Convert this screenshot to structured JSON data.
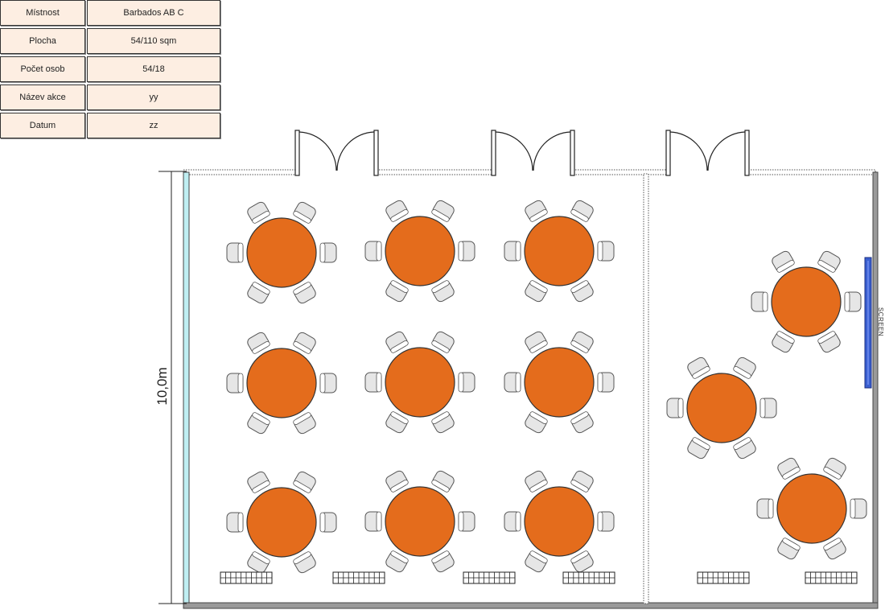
{
  "info": {
    "rows": [
      {
        "key": "Místnost",
        "value": "Barbados AB C"
      },
      {
        "key": "Plocha",
        "value": "54/110 sqm"
      },
      {
        "key": "Počet osob",
        "value": "54/18"
      },
      {
        "key": "Název akce",
        "value": "yy"
      },
      {
        "key": "Datum",
        "value": "zz"
      }
    ]
  },
  "plan": {
    "dimension_label": "10,0m",
    "screen_label": "SCREEN",
    "colors": {
      "table_fill": "#e46c1c",
      "chair_fill": "#e6e6e6",
      "wall_gray": "#9a9a9a",
      "window_cyan": "#bfeef2",
      "screen_blue": "#3a5fd0"
    },
    "icons": [
      "door-icon",
      "round-table-icon",
      "chair-icon",
      "radiator-icon",
      "screen-icon"
    ]
  }
}
